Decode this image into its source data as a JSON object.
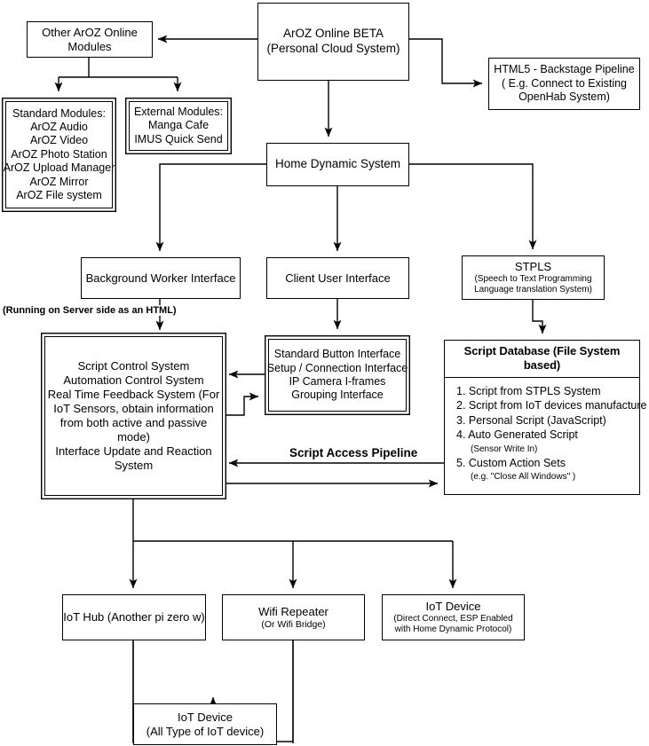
{
  "diagram": {
    "title": "ArOZ Online / Home Dynamic System Architecture",
    "stroke_color": "#000000",
    "background_color": "#ffffff",
    "nodes": {
      "other_modules": {
        "lines": [
          "Other ArOZ Online",
          "Modules"
        ]
      },
      "aroz_online_beta": {
        "lines": [
          "ArOZ Online BETA",
          "(Personal Cloud System)"
        ]
      },
      "html5_backstage": {
        "lines": [
          "HTML5 - Backstage Pipeline",
          "( E.g. Connect to Existing",
          "OpenHab System)"
        ]
      },
      "standard_modules": {
        "lines": [
          "Standard Modules:",
          "ArOZ Audio",
          "ArOZ Video",
          "ArOZ Photo Station",
          "ArOZ Upload Manager",
          "ArOZ Mirror",
          "ArOZ File system"
        ]
      },
      "external_modules": {
        "lines": [
          "External Modules:",
          "Manga Cafe",
          "IMUS Quick Send"
        ]
      },
      "home_dynamic_system": {
        "lines": [
          "Home Dynamic System"
        ]
      },
      "background_worker": {
        "lines": [
          "Background Worker Interface"
        ]
      },
      "client_user_interface": {
        "lines": [
          "Client User Interface"
        ]
      },
      "stpls": {
        "title": "STPLS",
        "sub": [
          "(Speech to Text Programming",
          "Language translation System)"
        ]
      },
      "script_control_system": {
        "lines": [
          "Script Control System",
          "Automation Control System",
          "Real Time Feedback System (For",
          "IoT Sensors, obtain information",
          "from both active and passive",
          "mode)",
          "Interface Update and Reaction",
          "System"
        ]
      },
      "standard_button_interface": {
        "lines": [
          "Standard Button Interface",
          "Setup / Connection Interface",
          "IP Camera I-frames",
          "Grouping Interface"
        ]
      },
      "script_database": {
        "header": "Script Database (File System based)",
        "items": [
          {
            "text": "1. Script from STPLS System"
          },
          {
            "text": "2. Script from IoT devices manufacture"
          },
          {
            "text": "3. Personal Script (JavaScript)"
          },
          {
            "text": "4. Auto Generated Script",
            "sub": "(Sensor Write In)"
          },
          {
            "text": "5. Custom Action Sets",
            "sub": "(e.g. \"Close All Windows\" )"
          }
        ]
      },
      "iot_hub": {
        "lines": [
          "IoT Hub (Another pi zero w)"
        ]
      },
      "wifi_repeater": {
        "title": "Wifi Repeater",
        "sub": [
          "(Or Wifi Bridge)"
        ]
      },
      "iot_device_direct": {
        "title": "IoT Device",
        "sub": [
          "(Direct Connect, ESP Enabled",
          "with Home Dynamic Protocol)"
        ]
      },
      "iot_device_all": {
        "lines": [
          "IoT Device",
          "(All Type of IoT device)"
        ]
      }
    },
    "labels": {
      "running_server_html": "(Running on Server side as an HTML)",
      "script_access_pipeline": "Script Access Pipeline"
    }
  }
}
